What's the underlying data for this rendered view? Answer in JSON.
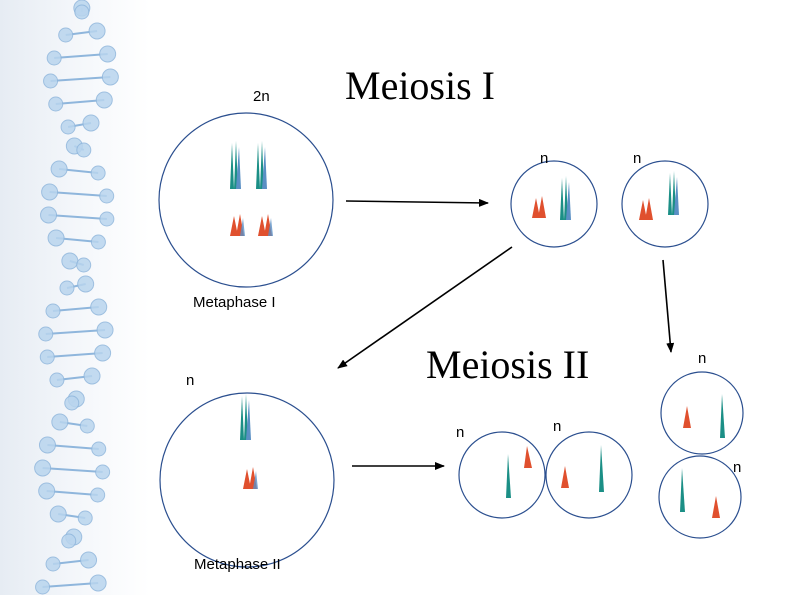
{
  "diagram": {
    "meiosis1_title": "Meiosis I",
    "meiosis2_title": "Meiosis II",
    "labels": {
      "diploid": "2n",
      "haploid": "n",
      "metaphase1": "Metaphase I",
      "metaphase2": "Metaphase II"
    },
    "colors": {
      "cell_outline": "#2b4f8f",
      "chromosome_teal": "#1b8f86",
      "chromosome_red": "#e0502e",
      "arrow": "#000000",
      "dna_helix": "#b9d5ee"
    },
    "decoration": "dna-helix"
  }
}
